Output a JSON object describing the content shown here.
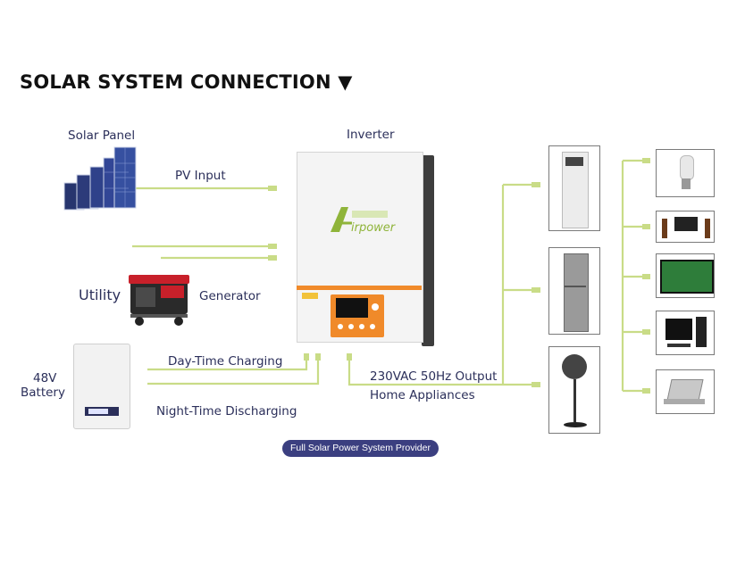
{
  "title": "SOLAR SYSTEM CONNECTION ▼",
  "labels": {
    "solar_panel": "Solar Panel",
    "pv_input": "PV Input",
    "inverter": "Inverter",
    "utility": "Utility",
    "generator": "Generator",
    "battery_voltage": "48V",
    "battery": "Battery",
    "day_time_charging": "Day-Time Charging",
    "night_time_discharging": "Night-Time Discharging",
    "output": "230VAC 50Hz Output",
    "home_appliances": "Home Appliances"
  },
  "badge": "Full Solar Power System Provider",
  "inverter_brand": "Airpower",
  "colors": {
    "wire": "#c9dc87",
    "label": "#2b2f5a",
    "badge": "#3b3f80",
    "inverter_accent": "#f08a2a"
  }
}
